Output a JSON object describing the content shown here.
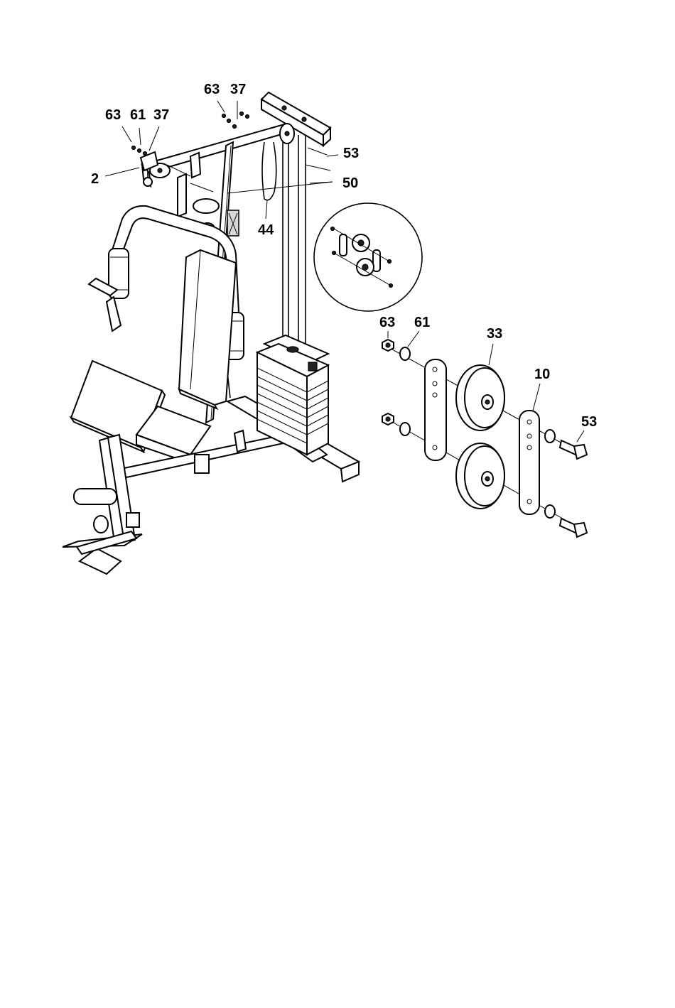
{
  "callouts": {
    "main_63": "63",
    "main_61": "61",
    "main_37": "37",
    "main_2": "2",
    "top_63": "63",
    "top_37": "37",
    "top_53": "53",
    "top_50": "50",
    "top_44": "44",
    "pulley_63": "63",
    "pulley_61": "61",
    "pulley_33": "33",
    "pulley_10": "10",
    "pulley_53": "53"
  }
}
